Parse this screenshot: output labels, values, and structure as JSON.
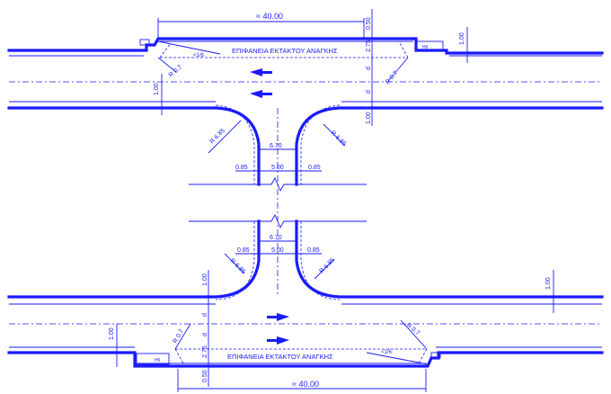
{
  "label_top_dim_length": "≈ 40.00",
  "label_top_bay": "ΕΠΙΦΑΝΕΙΑ ΕΚΤΑΚΤΟΥ ΑΝΑΓΚΗΣ",
  "label_bottom_bay": "ΕΠΙΦΑΝΕΙΑ ΕΚΤΑΚΤΟΥ ΑΝΑΓΚΗΣ",
  "label_bottom_dim_length": "≈ 40.00",
  "label_ratio_top": "<1/6",
  "label_ratio_bottom": "<1/6",
  "label_bay_depth_top": "1.00",
  "label_bay_depth_bottom": "1.00",
  "label_edge_left_top": "1.00",
  "label_edge_right_top": "1.00",
  "label_edge_left_bottom": "1.00",
  "label_edge_right_bottom": "1.00",
  "label_shoulder_top_a": "0.50",
  "label_shoulder_top_b": "2.75",
  "label_shoulder_bottom_a": "0.50",
  "label_shoulder_bottom_b": "2.75",
  "label_lane_d": "d",
  "label_radius_small": "R 0.7",
  "label_radius_large": "R 6.85",
  "label_cross_total": "6.70",
  "label_cross_inner": "5.00",
  "label_cross_edge": "0.85",
  "label_box_small": "Η6",
  "colors": {
    "line": "#1a1aff",
    "background": "#ffffff"
  }
}
